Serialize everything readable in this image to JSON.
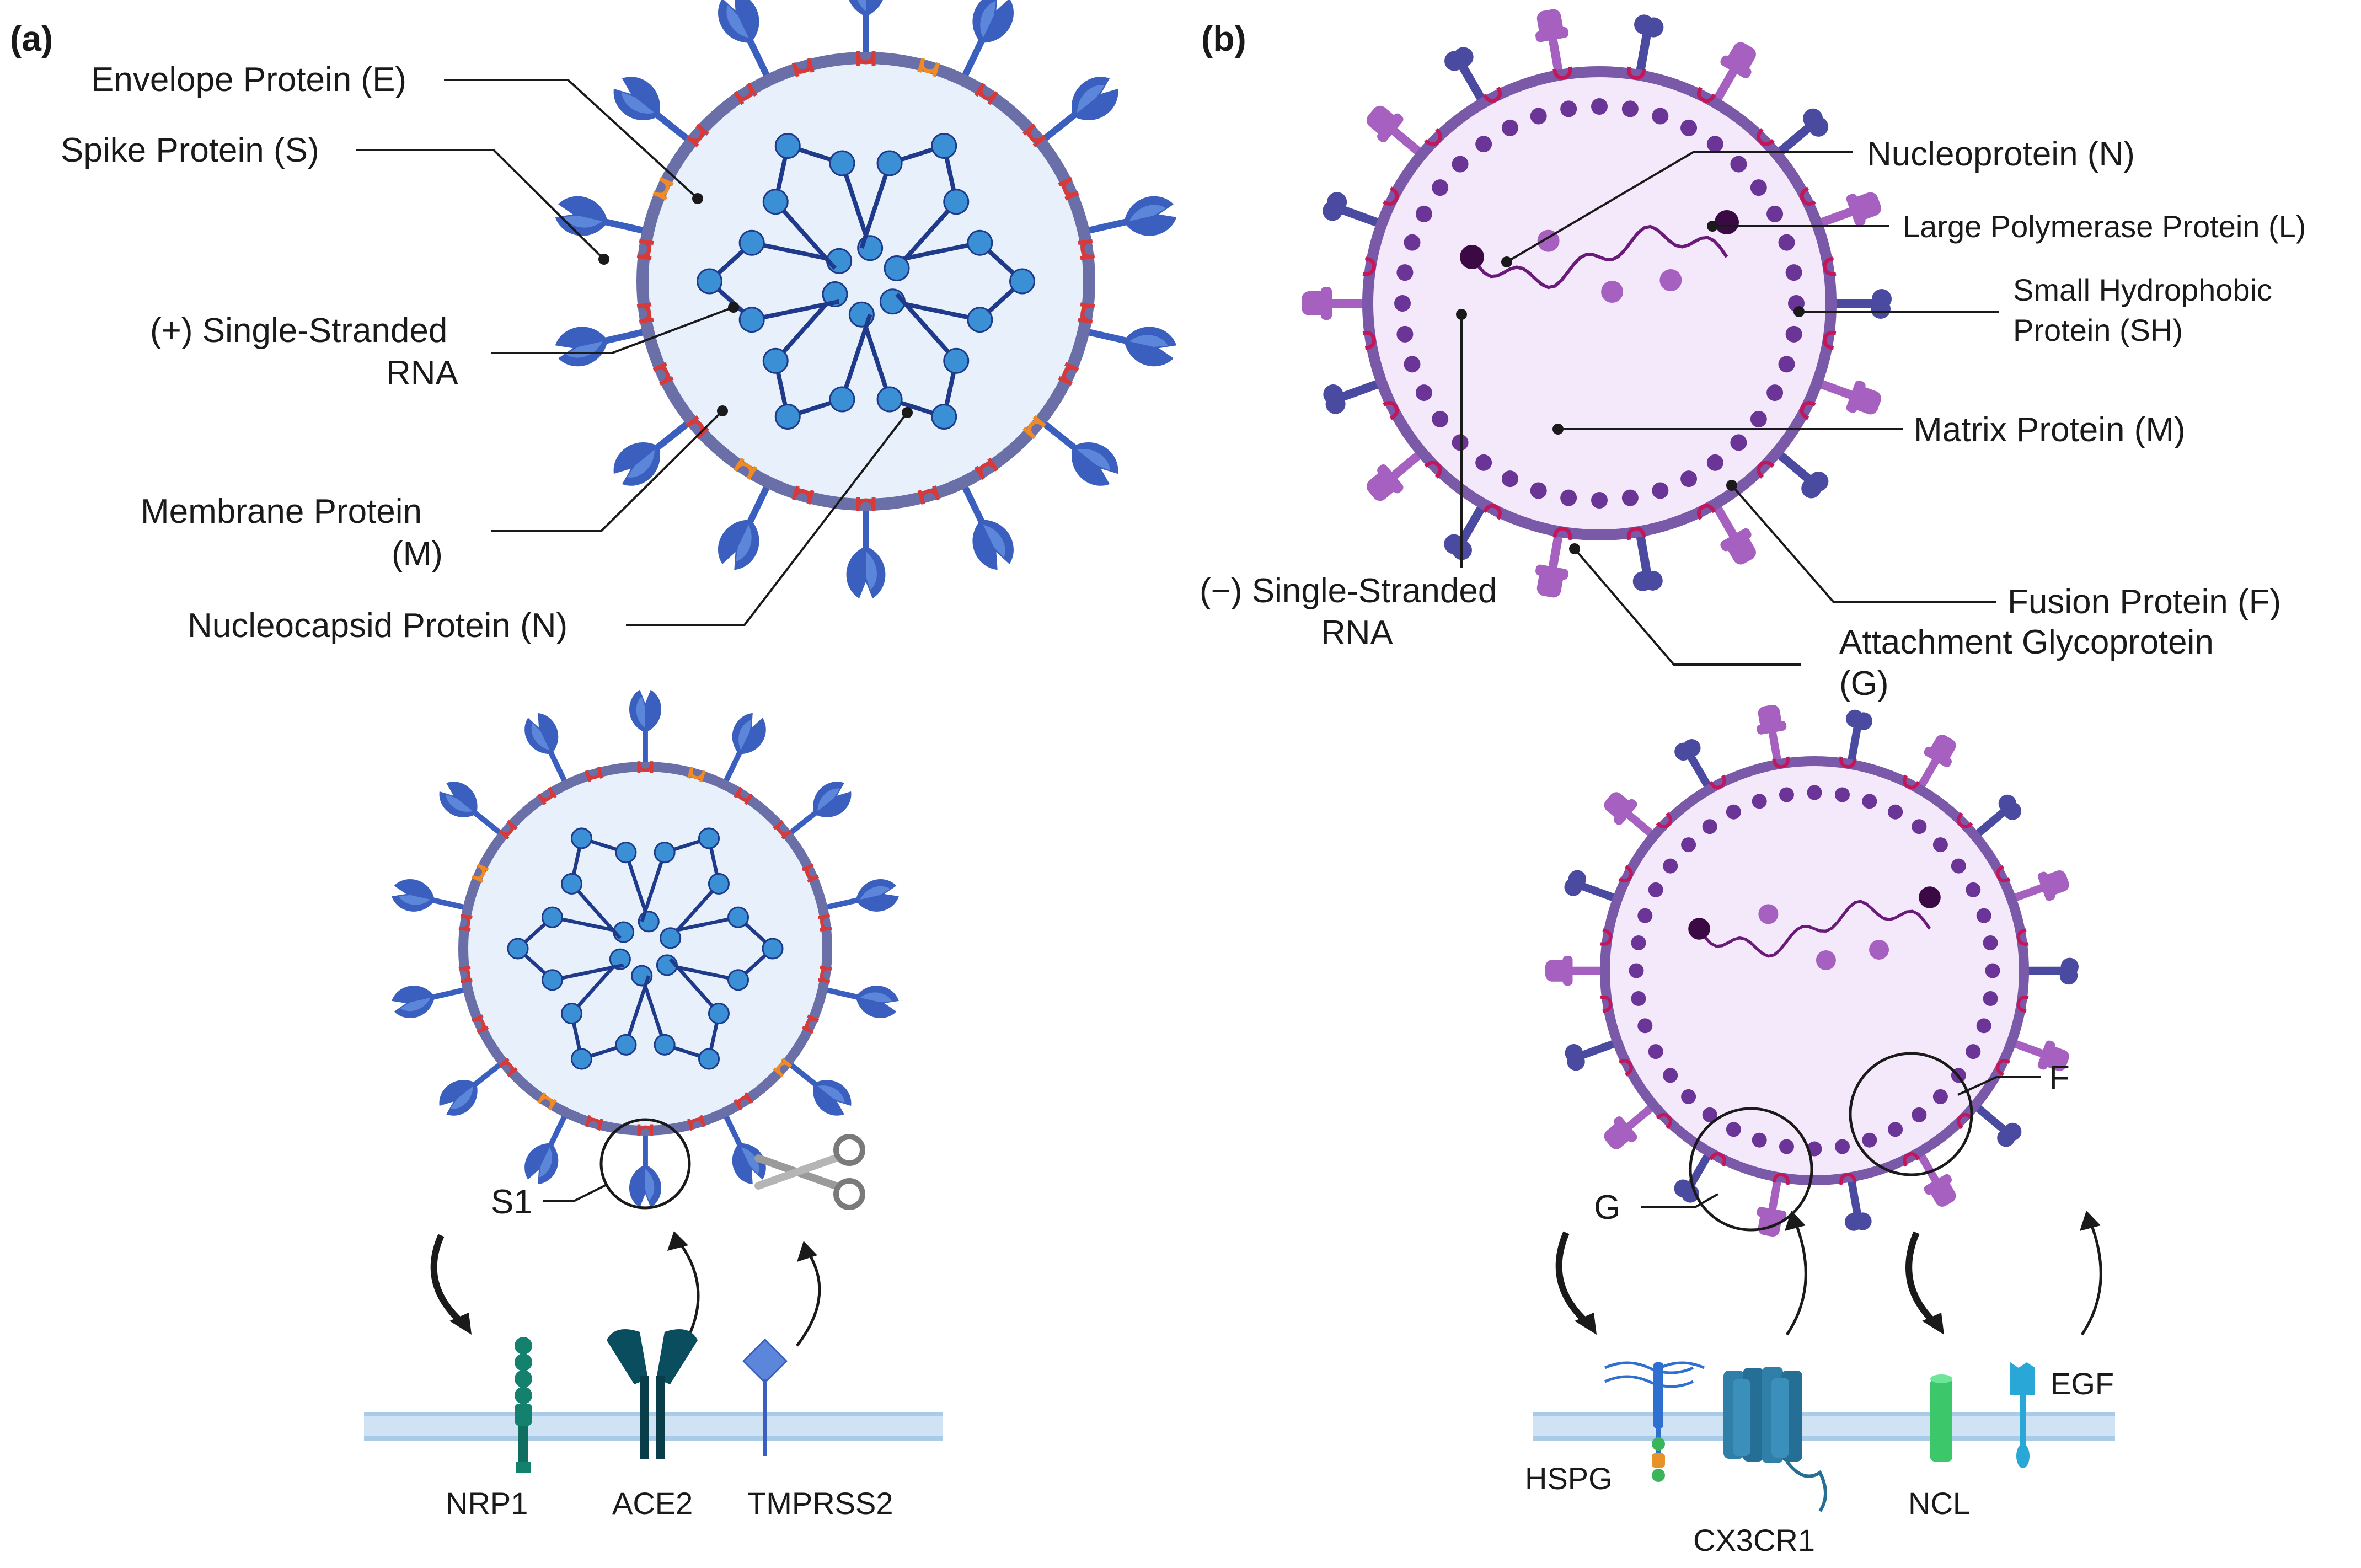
{
  "panel_a": {
    "letter": "(a)",
    "labels": {
      "envelope": "Envelope Protein (E)",
      "spike": "Spike Protein (S)",
      "rna_1": "(+) Single-Stranded",
      "rna_2": "RNA",
      "membrane_1": "Membrane Protein",
      "membrane_2": "(M)",
      "nucleocapsid": "Nucleocapsid Protein (N)"
    },
    "entry": {
      "s1": "S1",
      "receptors": [
        "NRP1",
        "ACE2",
        "TMPRSS2"
      ]
    }
  },
  "panel_b": {
    "letter": "(b)",
    "labels": {
      "nucleoprotein": "Nucleoprotein (N)",
      "polymerase": "Large Polymerase Protein (L)",
      "sh_1": "Small Hydrophobic",
      "sh_2": "Protein (SH)",
      "matrix": "Matrix Protein (M)",
      "fusion": "Fusion Protein (F)",
      "rna_1": "(−) Single-Stranded",
      "rna_2": "RNA",
      "attach_1": "Attachment Glycoprotein",
      "attach_2": "(G)"
    },
    "entry": {
      "g": "G",
      "f": "F",
      "egf": "EGF",
      "receptors": [
        "HSPG",
        "CX3CR1",
        "NCL"
      ]
    }
  },
  "colors": {
    "cov_spike": "#3a5fbf",
    "cov_spike_light": "#5b86d9",
    "cov_membrane": "#6a6fa8",
    "cov_interior": "#e8f1fb",
    "cov_e": "#f08a24",
    "cov_m": "#d83a3a",
    "cov_rna": "#1f3a8a",
    "cov_nodes": "#3b8fd4",
    "rsv_interior": "#f4e9fa",
    "rsv_membrane": "#7a5aa8",
    "rsv_matrix": "#6b3597",
    "rsv_g": "#4a4aa0",
    "rsv_f": "#a660c0",
    "rsv_sh": "#c2185b",
    "rsv_rna": "#6a1b7a",
    "cell_membrane": "#bcd7ee"
  }
}
